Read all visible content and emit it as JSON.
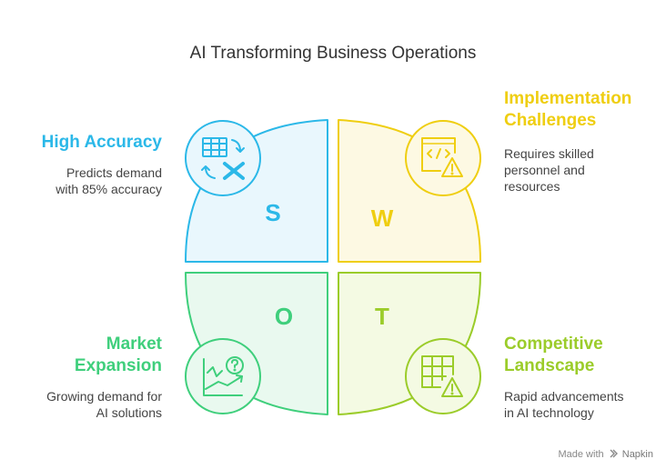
{
  "title": "AI Transforming Business Operations",
  "quadrants": {
    "s": {
      "letter": "S",
      "heading": "High Accuracy",
      "description": [
        "Predicts demand",
        "with 85% accuracy"
      ],
      "color": "#2bb8e8",
      "icon": "spreadsheet-formula-icon"
    },
    "w": {
      "letter": "W",
      "heading": [
        "Implementation",
        "Challenges"
      ],
      "description": [
        "Requires skilled",
        "personnel and",
        "resources"
      ],
      "color": "#efce11",
      "icon": "code-warning-icon"
    },
    "o": {
      "letter": "O",
      "heading": [
        "Market",
        "Expansion"
      ],
      "description": [
        "Growing demand for",
        "AI solutions"
      ],
      "color": "#3fcf7c",
      "icon": "chart-question-icon"
    },
    "t": {
      "letter": "T",
      "heading": [
        "Competitive",
        "Landscape"
      ],
      "description": [
        "Rapid advancements",
        "in AI technology"
      ],
      "color": "#9bcc2a",
      "icon": "grid-warning-icon"
    }
  },
  "footer": {
    "prefix": "Made with",
    "brand": "Napkin"
  }
}
